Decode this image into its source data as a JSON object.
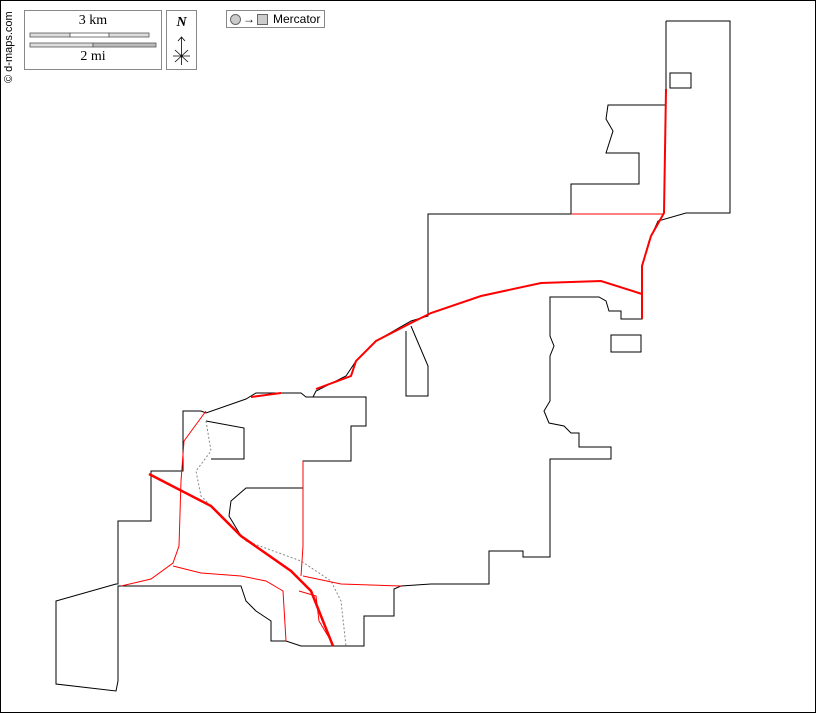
{
  "credit": "© d-maps.com",
  "scale": {
    "km_label": "3 km",
    "mi_label": "2 mi"
  },
  "north": {
    "label": "N"
  },
  "projection": {
    "arrow": "→",
    "label": "Mercator"
  },
  "colors": {
    "boundary": "#000000",
    "roads": "#ff0000",
    "rail": "#888888"
  }
}
